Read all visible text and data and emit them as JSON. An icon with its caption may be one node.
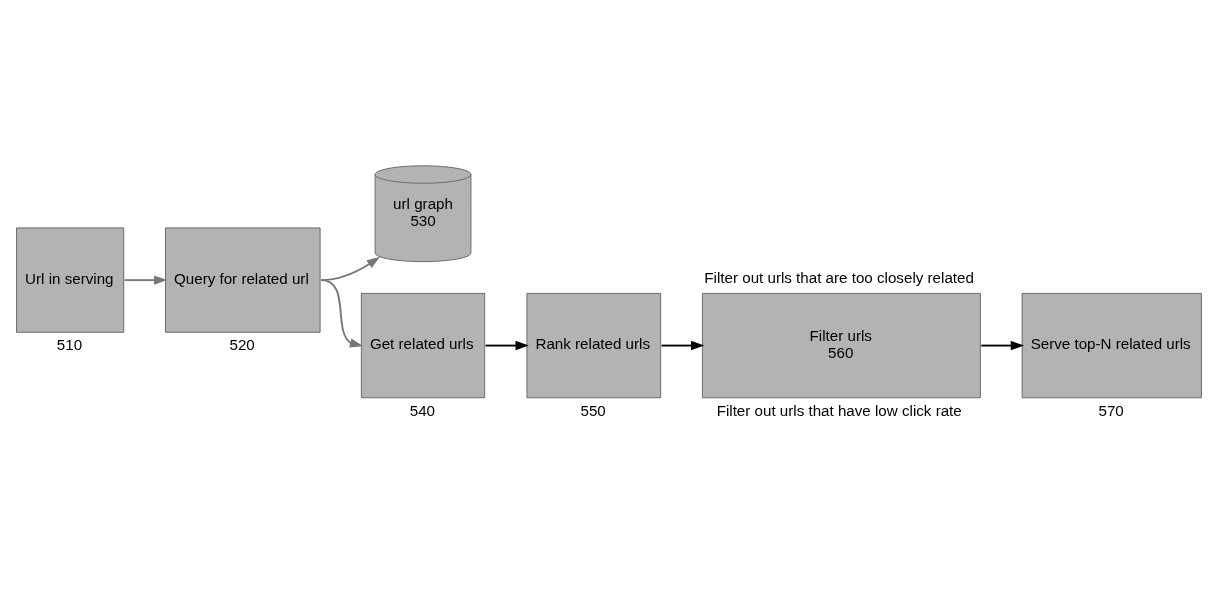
{
  "diagram": {
    "nodes": [
      {
        "text": [
          "Url in serving"
        ],
        "beside": [
          "510"
        ]
      },
      {
        "text": [
          "Query for related url"
        ],
        "beside": [
          "520"
        ]
      },
      {
        "text": [
          "url graph",
          "530"
        ]
      },
      {
        "text": [
          "Get related urls"
        ],
        "beside": [
          "540"
        ]
      },
      {
        "text": [
          "Rank related urls"
        ],
        "beside": [
          "550"
        ]
      },
      {
        "text": [
          "Filter urls",
          "560"
        ],
        "beside": [
          "Filter out urls that are too closely related",
          "Filter out urls that have low click rate"
        ]
      },
      {
        "text": [
          "Serve top-N related urls"
        ],
        "beside": [
          "570"
        ]
      }
    ],
    "edges": [
      {
        "from": 0,
        "to": 1,
        "arrow": "to"
      },
      {
        "from": 1,
        "to": 2,
        "arrow": "to"
      },
      {
        "from": 1,
        "to": 3,
        "arrow": "to"
      },
      {
        "from": 3,
        "to": 4,
        "arrow": "to",
        "color": "#000000"
      },
      {
        "from": 4,
        "to": 5,
        "arrow": "to",
        "color": "#000000"
      },
      {
        "from": 5,
        "to": 6,
        "arrow": "to",
        "color": "#000000"
      }
    ]
  }
}
